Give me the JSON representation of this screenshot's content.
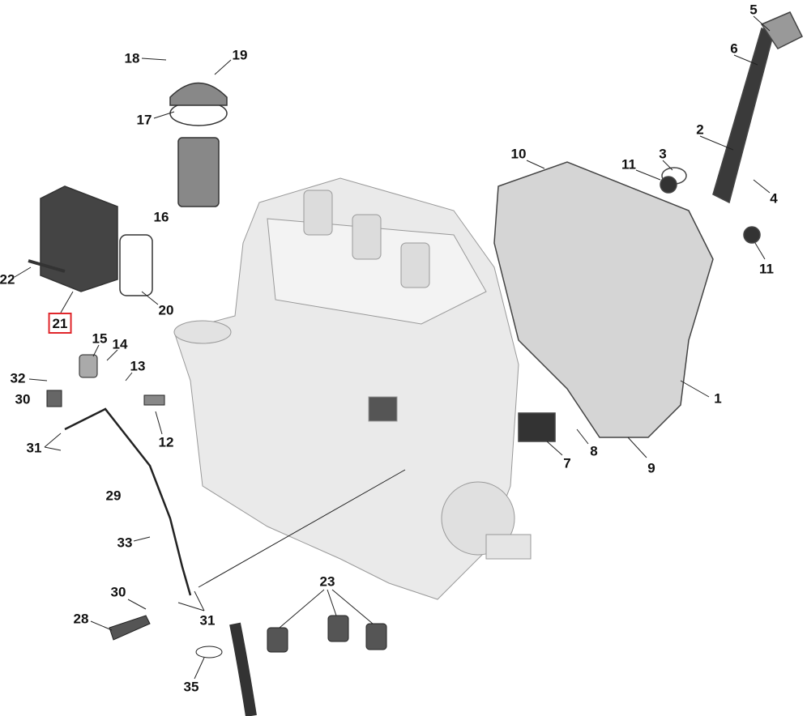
{
  "diagram": {
    "highlight_color": "#e0262b",
    "callouts": [
      "5",
      "6",
      "2",
      "3",
      "10",
      "11",
      "4",
      "11",
      "1",
      "8",
      "7",
      "9",
      "18",
      "19",
      "17",
      "16",
      "22",
      "20",
      "21",
      "15",
      "14",
      "13",
      "32",
      "30",
      "12",
      "31",
      "29",
      "33",
      "30",
      "28",
      "31",
      "23",
      "35"
    ],
    "highlighted_callout": "21"
  }
}
